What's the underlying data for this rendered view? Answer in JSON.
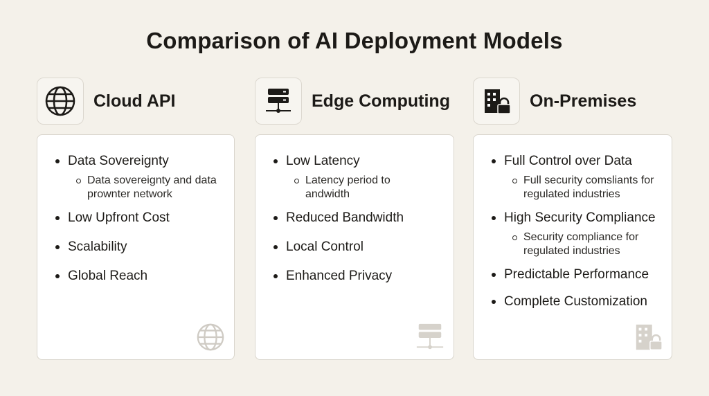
{
  "title": "Comparison of AI Deployment Models",
  "columns": [
    {
      "heading": "Cloud API",
      "icon": "globe-icon",
      "items": [
        {
          "label": "Data Sovereignty",
          "sub": "Data sovereignty and data prownter network"
        },
        {
          "label": "Low Upfront Cost"
        },
        {
          "label": "Scalability"
        },
        {
          "label": "Global Reach"
        }
      ]
    },
    {
      "heading": "Edge Computing",
      "icon": "server-icon",
      "items": [
        {
          "label": "Low Latency",
          "sub": "Latency period to andwidth"
        },
        {
          "label": "Reduced Bandwidth"
        },
        {
          "label": "Local Control"
        },
        {
          "label": "Enhanced Privacy"
        }
      ]
    },
    {
      "heading": "On-Premises",
      "icon": "building-lock-icon",
      "items": [
        {
          "label": "Full Control over Data",
          "sub": "Full security comsliants for regulated industries"
        },
        {
          "label": "High Security Compliance",
          "sub": "Security compliance for regulated industries"
        },
        {
          "label": "Predictable Performance"
        },
        {
          "label": "Complete Customization"
        }
      ]
    }
  ]
}
